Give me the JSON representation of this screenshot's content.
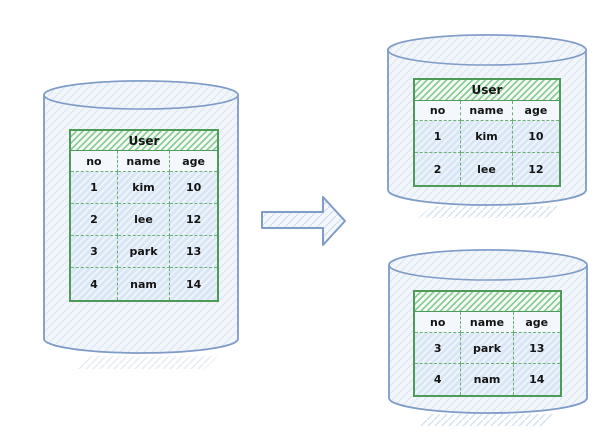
{
  "diagram": {
    "kind": "database-horizontal-sharding",
    "colors": {
      "cylinder_stroke": "#7f9bc7",
      "cylinder_fill": "#f2f6fb",
      "cylinder_hatch_line": "#dde7f3",
      "shadow_hatch_line": "#ccd9ec",
      "table_border_green": "#4e9b59",
      "table_title_hatch_green": "#8ecc9a",
      "header_cell_fill": "#f4f8fc",
      "data_cell_fill": "#d9e6f5",
      "text": "#141414",
      "background": "#ffffff"
    },
    "icons": {
      "arrow": "block-arrow-right"
    }
  },
  "left_database": {
    "table": {
      "title": "User",
      "columns": [
        "no",
        "name",
        "age"
      ],
      "rows": [
        [
          "1",
          "kim",
          "10"
        ],
        [
          "2",
          "lee",
          "12"
        ],
        [
          "3",
          "park",
          "13"
        ],
        [
          "4",
          "nam",
          "14"
        ]
      ]
    }
  },
  "top_right_database": {
    "table": {
      "title": "User",
      "columns": [
        "no",
        "name",
        "age"
      ],
      "rows": [
        [
          "1",
          "kim",
          "10"
        ],
        [
          "2",
          "lee",
          "12"
        ]
      ]
    }
  },
  "bottom_right_database": {
    "table": {
      "title": "",
      "columns": [
        "no",
        "name",
        "age"
      ],
      "rows": [
        [
          "3",
          "park",
          "13"
        ],
        [
          "4",
          "nam",
          "14"
        ]
      ]
    }
  }
}
